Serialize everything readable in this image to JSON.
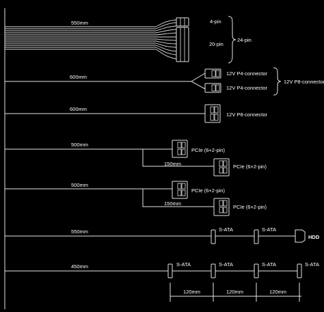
{
  "cables": {
    "atx": {
      "length": "550mm",
      "pin4": "4-pin",
      "pin20": "20-pin",
      "total": "24-pin"
    },
    "eps_p4": {
      "length": "600mm",
      "conn_a": "12V P4-connector",
      "conn_b": "12V P4-connector",
      "group": "12V P8-connector"
    },
    "eps_p8": {
      "length": "600mm",
      "conn": "12V P8-connector"
    },
    "pcie_1": {
      "length": "500mm",
      "conn_a": "PCIe (6+2-pin)",
      "branch_length": "150mm",
      "conn_b": "PCIe (6+2-pin)"
    },
    "pcie_2": {
      "length": "500mm",
      "conn_a": "PCIe (6+2-pin)",
      "branch_length": "150mm",
      "conn_b": "PCIe (6+2-pin)"
    },
    "sata_hdd": {
      "length": "550mm",
      "sata_a": "S-ATA",
      "sata_b": "S-ATA",
      "hdd": "HDD"
    },
    "sata_quad": {
      "length": "450mm",
      "sata_a": "S-ATA",
      "sata_b": "S-ATA",
      "sata_c": "S-ATA",
      "sata_d": "S-ATA"
    }
  },
  "spacing": {
    "seg_a": "120mm",
    "seg_b": "120mm",
    "seg_c": "120mm"
  }
}
